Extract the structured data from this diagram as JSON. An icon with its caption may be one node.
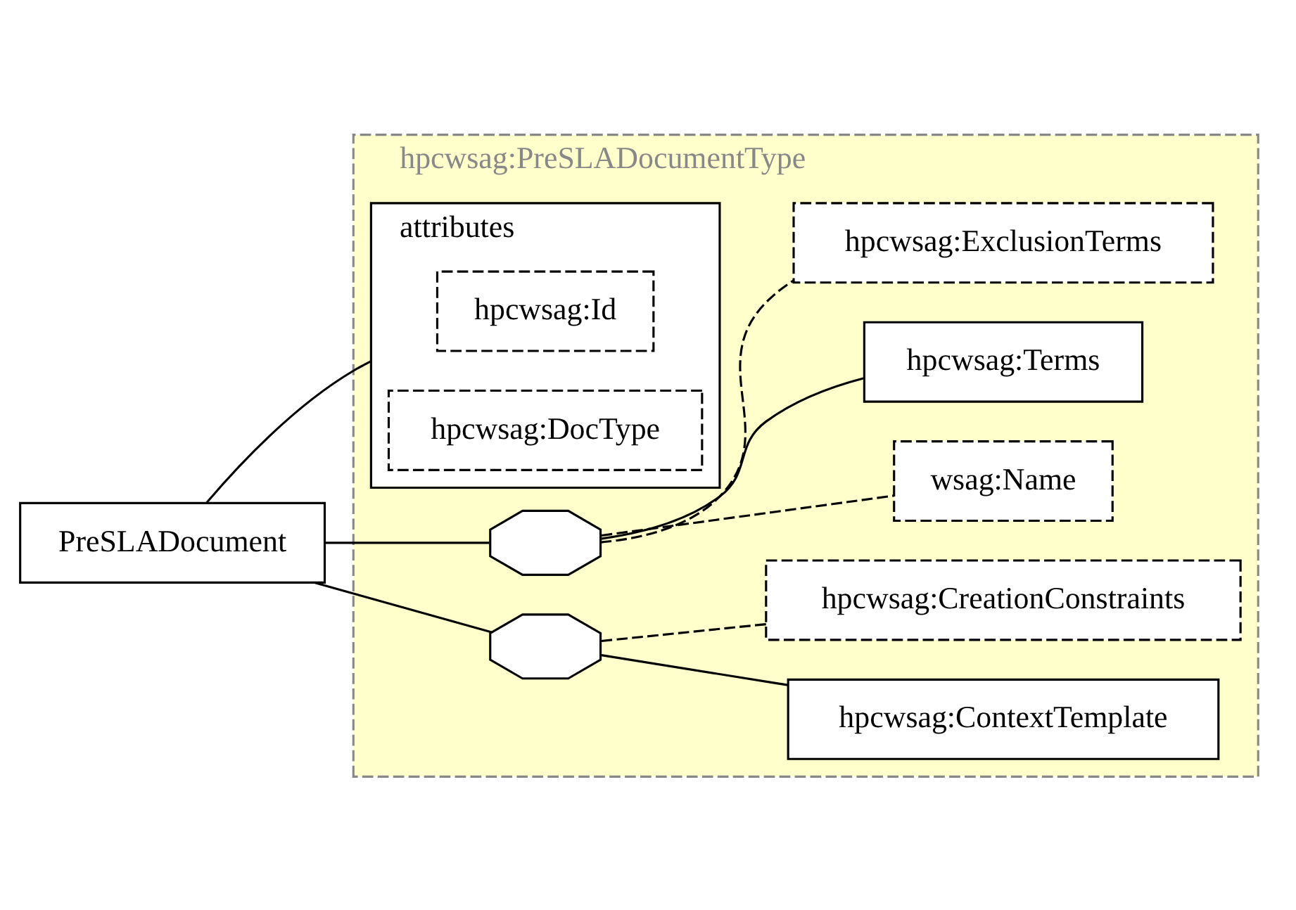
{
  "diagram": {
    "nodes": [
      {
        "text": [
          "PreSLADocument"
        ]
      },
      {
        "text": [
          "hpcwsag:PreSLADocumentType"
        ]
      },
      {
        "text": [
          "attributes"
        ],
        "in": 1
      },
      {
        "text": [
          "hpcwsag:Id"
        ],
        "in": 2
      },
      {
        "text": [
          "hpcwsag:DocType"
        ],
        "in": 2
      },
      {
        "text": [],
        "shape": "octagon",
        "in": 1
      },
      {
        "text": [
          "wsag:Name"
        ],
        "in": 1
      },
      {
        "text": [
          "hpcwsag:Terms"
        ],
        "in": 1
      },
      {
        "text": [
          "hpcwsag:ExclusionTerms"
        ],
        "in": 1
      },
      {
        "text": [],
        "shape": "octagon",
        "in": 1
      },
      {
        "text": [
          "hpcwsag:ContextTemplate"
        ],
        "in": 1
      },
      {
        "text": [
          "hpcwsag:CreationConstraints"
        ],
        "in": 1
      }
    ],
    "edges": [
      {
        "from": 0,
        "to": 2,
        "arrow": "none"
      },
      {
        "from": 0,
        "to": 5,
        "arrow": "none"
      },
      {
        "from": 0,
        "to": 9,
        "arrow": "none"
      },
      {
        "from": 5,
        "to": 6,
        "arrow": "none",
        "style": "dashed"
      },
      {
        "from": 5,
        "to": 7,
        "arrow": "none"
      },
      {
        "from": 5,
        "to": 8,
        "arrow": "none",
        "style": "dashed"
      },
      {
        "from": 9,
        "to": 10,
        "arrow": "none"
      },
      {
        "from": 9,
        "to": 11,
        "arrow": "none",
        "style": "dashed"
      }
    ]
  }
}
